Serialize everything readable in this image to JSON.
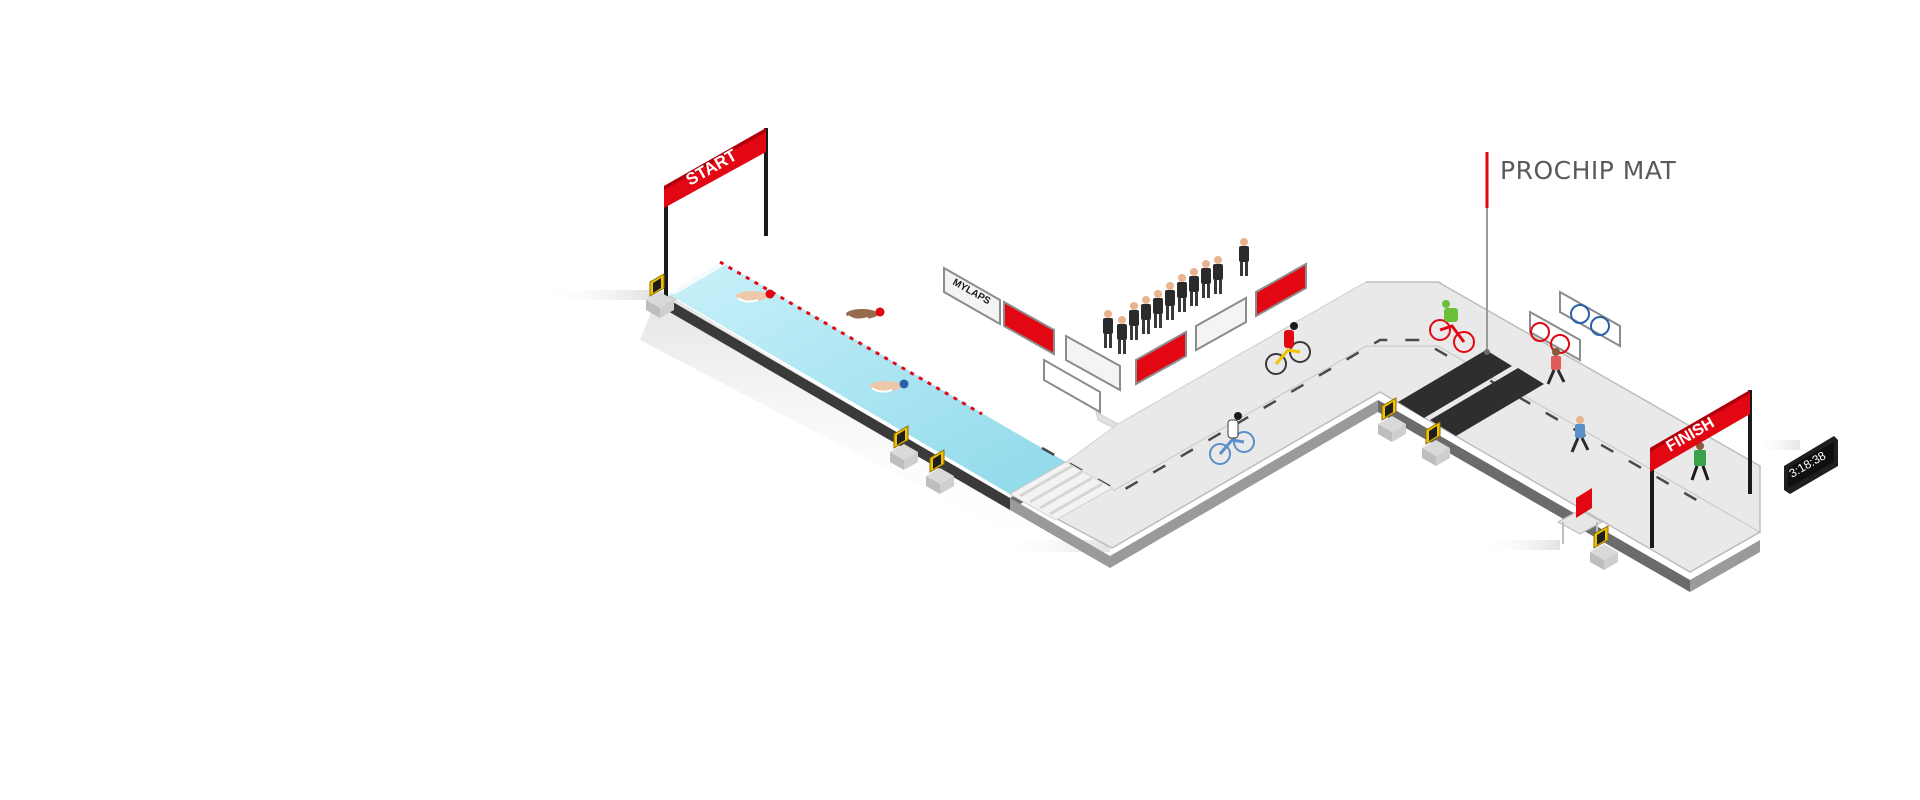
{
  "colors": {
    "accent_red": "#e30613",
    "track": "#e6e6e6",
    "track_edge": "#8c8c8c",
    "pool_water": "#a8e3f0",
    "chip_mat": "#2e2e2e",
    "detection_box": "#f2c200",
    "clock_body": "#1f1f1f"
  },
  "banners": {
    "start": "START",
    "finish": "FINISH"
  },
  "callout": {
    "prochip_mat": "PROCHIP MAT"
  },
  "sponsor": {
    "logo_text": "MYLAPS"
  },
  "clock": {
    "time": "3:18:38"
  },
  "icons": [
    "swimmer-icon",
    "cyclist-icon",
    "runner-icon",
    "spectator-icon",
    "barrier-icon",
    "bike-rack-icon",
    "decoder-box-icon",
    "laptop-icon",
    "race-clock-icon"
  ],
  "disciplines": [
    "swim",
    "bike",
    "run"
  ]
}
